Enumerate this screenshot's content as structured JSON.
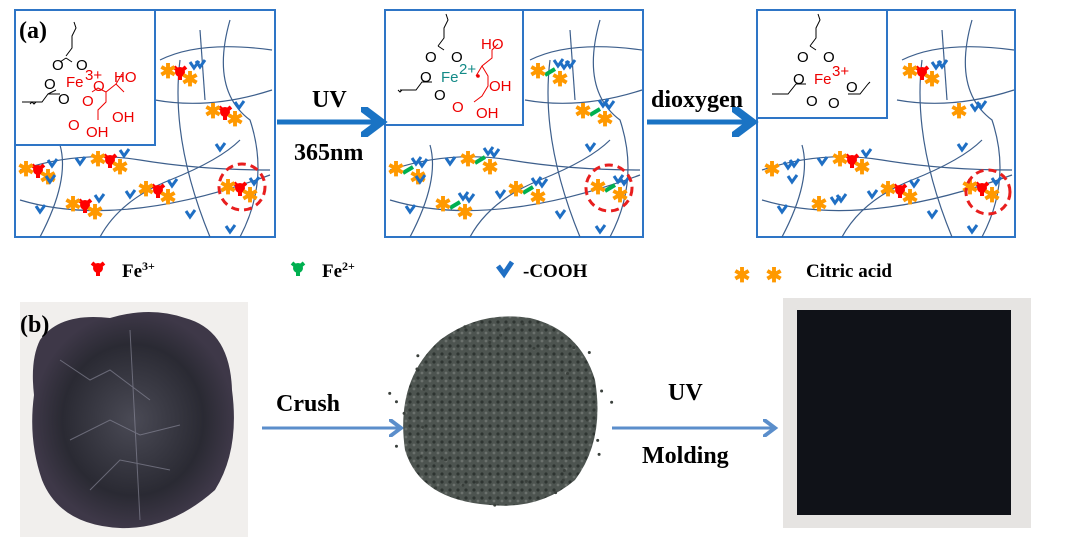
{
  "panel_a": {
    "label": "(a)",
    "step1": {
      "top": "UV",
      "bottom": "365nm"
    },
    "step2": {
      "top": "dioxygen"
    },
    "inset1": {
      "metal": "Fe",
      "charge": "3+",
      "ho": "HO",
      "oh1": "OH",
      "oh2": "OH",
      "o": "O"
    },
    "inset2": {
      "metal": "Fe",
      "charge": "2+",
      "ho": "HO",
      "oh1": "OH",
      "oh2": "OH",
      "o": "O"
    },
    "inset3": {
      "metal": "Fe",
      "charge": "3+",
      "o": "O"
    }
  },
  "legend": {
    "fe3": {
      "base": "Fe",
      "sup": "3+"
    },
    "fe2": {
      "base": "Fe",
      "sup": "2+"
    },
    "cooh": "-COOH",
    "citric": "Citric acid"
  },
  "panel_b": {
    "label": "(b)",
    "step1": "Crush",
    "step2": {
      "top": "UV",
      "bottom": "Molding"
    }
  },
  "colors": {
    "fe3": "#ff0000",
    "fe2": "#00b050",
    "cooh": "#1f6fc4",
    "citric": "#ff9900",
    "arrow_a": "#1a73c4",
    "arrow_b": "#5b8ecb",
    "network": "#3d5f8c"
  }
}
